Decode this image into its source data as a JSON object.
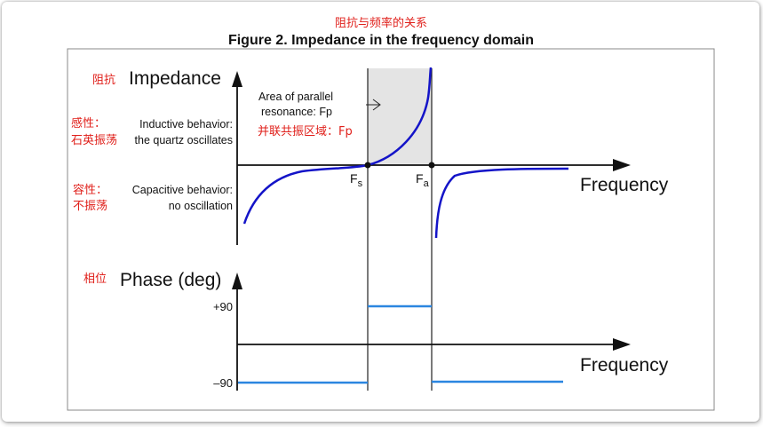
{
  "top_caption_cn": "阻抗与频率的关系",
  "title": "Figure 2. Impedance in the frequency domain",
  "impedance": {
    "axis_label": "Impedance",
    "axis_label_cn": "阻抗",
    "x_label": "Frequency",
    "area_label_line1": "Area of parallel",
    "area_label_line2": "resonance: Fp",
    "area_label_cn": "并联共振区域：Fp",
    "fs_label": "F",
    "fs_sub": "s",
    "fa_label": "F",
    "fa_sub": "a",
    "inductive_cn_1": "感性：",
    "inductive_cn_2": "石英振荡",
    "inductive_en_1": "Inductive behavior:",
    "inductive_en_2": "the quartz oscillates",
    "capacitive_cn_1": "容性：",
    "capacitive_cn_2": "不振荡",
    "capacitive_en_1": "Capacitive behavior:",
    "capacitive_en_2": "no oscillation"
  },
  "phase": {
    "axis_label": "Phase (deg)",
    "axis_label_cn": "相位",
    "x_label": "Frequency",
    "plus_label": "+90",
    "minus_label": "–90"
  },
  "colors": {
    "curve": "#1414c8",
    "phase_line": "#2b86e0",
    "shade": "#e4e4e4",
    "annotation_cn": "#e0201b"
  }
}
